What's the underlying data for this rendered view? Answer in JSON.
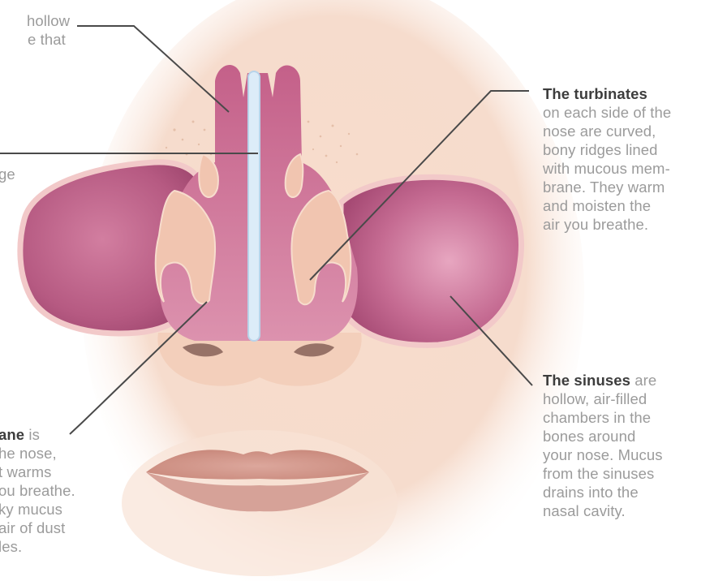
{
  "labels": {
    "nasal_cavity_partial": {
      "lines": [
        "hollow",
        "e that"
      ]
    },
    "septum_partial": {
      "lines": [
        "ge"
      ]
    },
    "turbinates": {
      "title": "The turbinates",
      "lines": [
        "on each side of the",
        "nose are curved,",
        "bony ridges lined",
        "with mucous mem-",
        "brane. They warm",
        "and moisten the",
        "air you breathe."
      ]
    },
    "sinuses": {
      "title": "The sinuses",
      "title_suffix": " are",
      "lines": [
        "hollow, air-filled",
        "chambers in the",
        "bones around",
        "your nose. Mucus",
        "from the sinuses",
        "drains into the",
        "nasal cavity."
      ]
    },
    "membrane_partial": {
      "title": "ane",
      "title_suffix": " is",
      "lines": [
        "he nose,",
        "t warms",
        "ou breathe.",
        "ky mucus",
        "air of dust",
        "les."
      ]
    }
  },
  "colors": {
    "skin": "#f6d8c4",
    "skin_shadow": "#e8bca4",
    "cavity": "#d98aa6",
    "cavity_dark": "#b85078",
    "sinus": "#c2688e",
    "bone": "#f3cdb8",
    "septum": "#dfeefa",
    "leader": "#4a4a4a"
  }
}
